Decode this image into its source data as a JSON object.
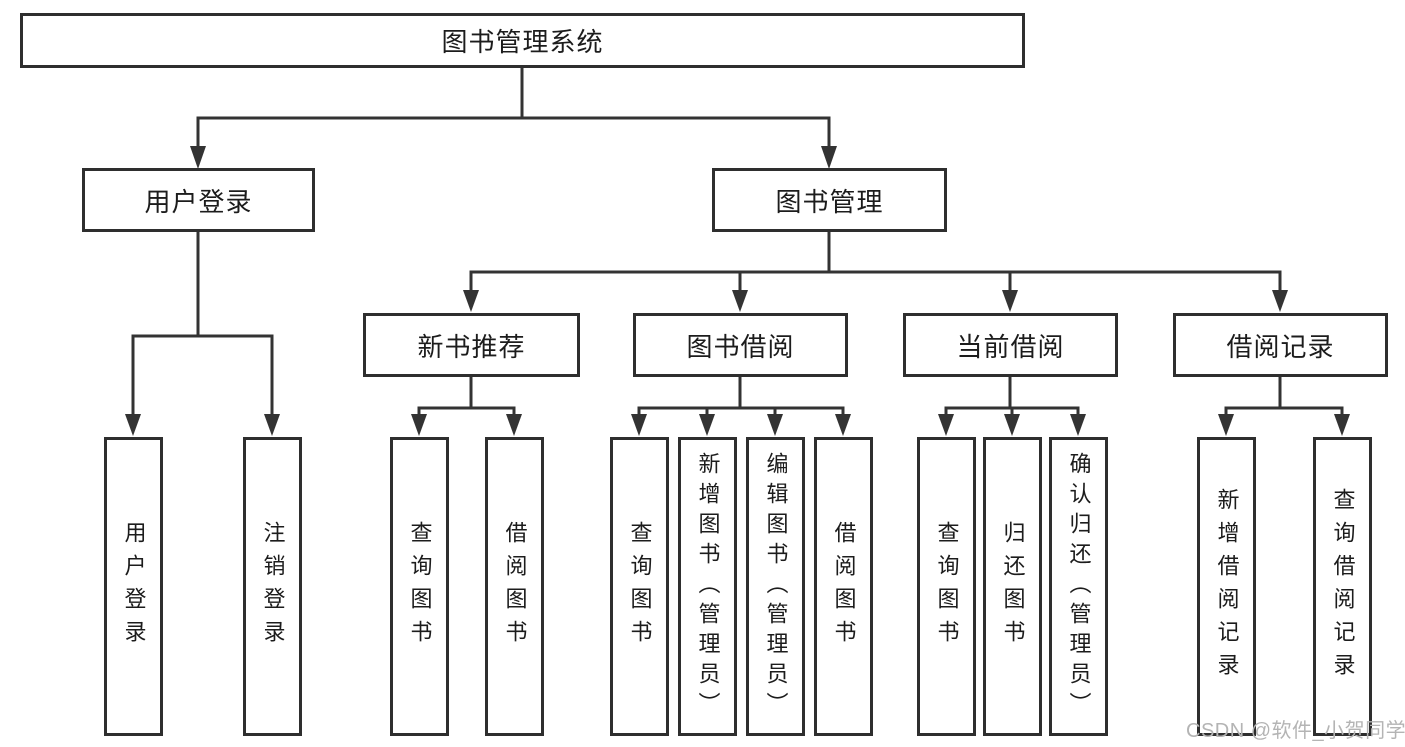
{
  "colors": {
    "line": "#333333",
    "box_border": "#2e2e2e",
    "text": "#1c1c1c",
    "watermark": "#b4b4b4",
    "background": "#ffffff"
  },
  "watermark": {
    "text": "CSDN @软件_小贺同学"
  },
  "tree": {
    "label": "图书管理系统",
    "children": [
      {
        "label": "用户登录",
        "children": [
          {
            "label": "用户登录"
          },
          {
            "label": "注销登录"
          }
        ]
      },
      {
        "label": "图书管理",
        "children": [
          {
            "label": "新书推荐",
            "children": [
              {
                "label": "查询图书"
              },
              {
                "label": "借阅图书"
              }
            ]
          },
          {
            "label": "图书借阅",
            "children": [
              {
                "label": "查询图书"
              },
              {
                "label": "新增图书（管理员）"
              },
              {
                "label": "编辑图书（管理员）"
              },
              {
                "label": "借阅图书"
              }
            ]
          },
          {
            "label": "当前借阅",
            "children": [
              {
                "label": "查询图书"
              },
              {
                "label": "归还图书"
              },
              {
                "label": "确认归还（管理员）"
              }
            ]
          },
          {
            "label": "借阅记录",
            "children": [
              {
                "label": "新增借阅记录"
              },
              {
                "label": "查询借阅记录"
              }
            ]
          }
        ]
      }
    ]
  }
}
